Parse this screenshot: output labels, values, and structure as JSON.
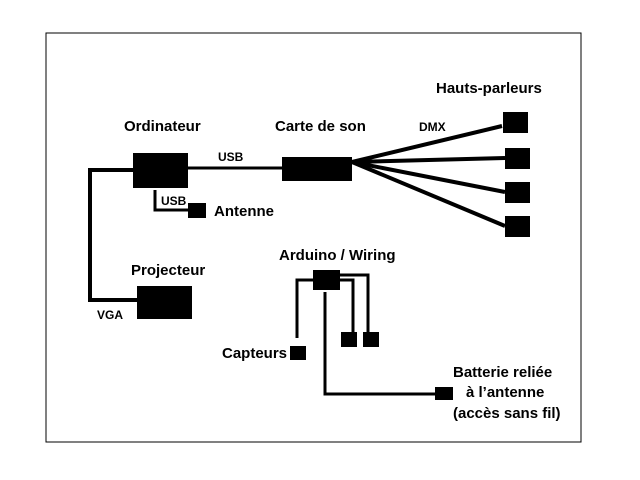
{
  "nodes": {
    "computer": "Ordinateur",
    "sound_card": "Carte de son",
    "speakers": "Hauts-parleurs",
    "antenna": "Antenne",
    "projector": "Projecteur",
    "arduino": "Arduino / Wiring",
    "sensors": "Capteurs",
    "battery_line1": "Batterie reliée",
    "battery_line2": "à l’antenne",
    "battery_line3": "(accès sans fil)"
  },
  "links": {
    "usb_sound": "USB",
    "usb_antenna": "USB",
    "dmx": "DMX",
    "vga": "VGA"
  },
  "colors": {
    "ink": "#000000",
    "background": "#ffffff"
  }
}
